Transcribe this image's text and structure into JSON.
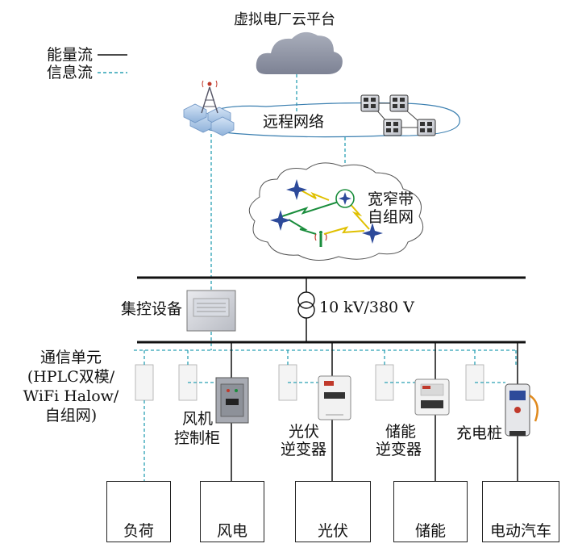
{
  "title": "虚拟电厂云平台",
  "legend": {
    "energy_flow": "能量流",
    "info_flow": "信息流"
  },
  "network": {
    "remote": "远程网络",
    "mesh_line1": "宽窄带",
    "mesh_line2": "自组网"
  },
  "substation": {
    "controller": "集控设备",
    "transformer": "10 kV/380 V"
  },
  "comm_unit": {
    "line1": "通信单元",
    "line2": "(HPLC双模/",
    "line3": "WiFi Halow/",
    "line4": "自组网)"
  },
  "devices": {
    "wind_cabinet_1": "风机",
    "wind_cabinet_2": "控制柜",
    "pv_inverter_1": "光伏",
    "pv_inverter_2": "逆变器",
    "storage_inverter_1": "储能",
    "storage_inverter_2": "逆变器",
    "charging_pile": "充电桩"
  },
  "endpoints": {
    "load": "负荷",
    "wind": "风电",
    "pv": "光伏",
    "storage": "储能",
    "ev": "电动汽车"
  },
  "colors": {
    "energy_line": "#111111",
    "info_line": "#2aa0b4",
    "cloud_gray": "#8f95a6",
    "star_blue": "#2d4a9a",
    "house_roof": "#c0392b",
    "ev_green": "#3fa34d"
  }
}
